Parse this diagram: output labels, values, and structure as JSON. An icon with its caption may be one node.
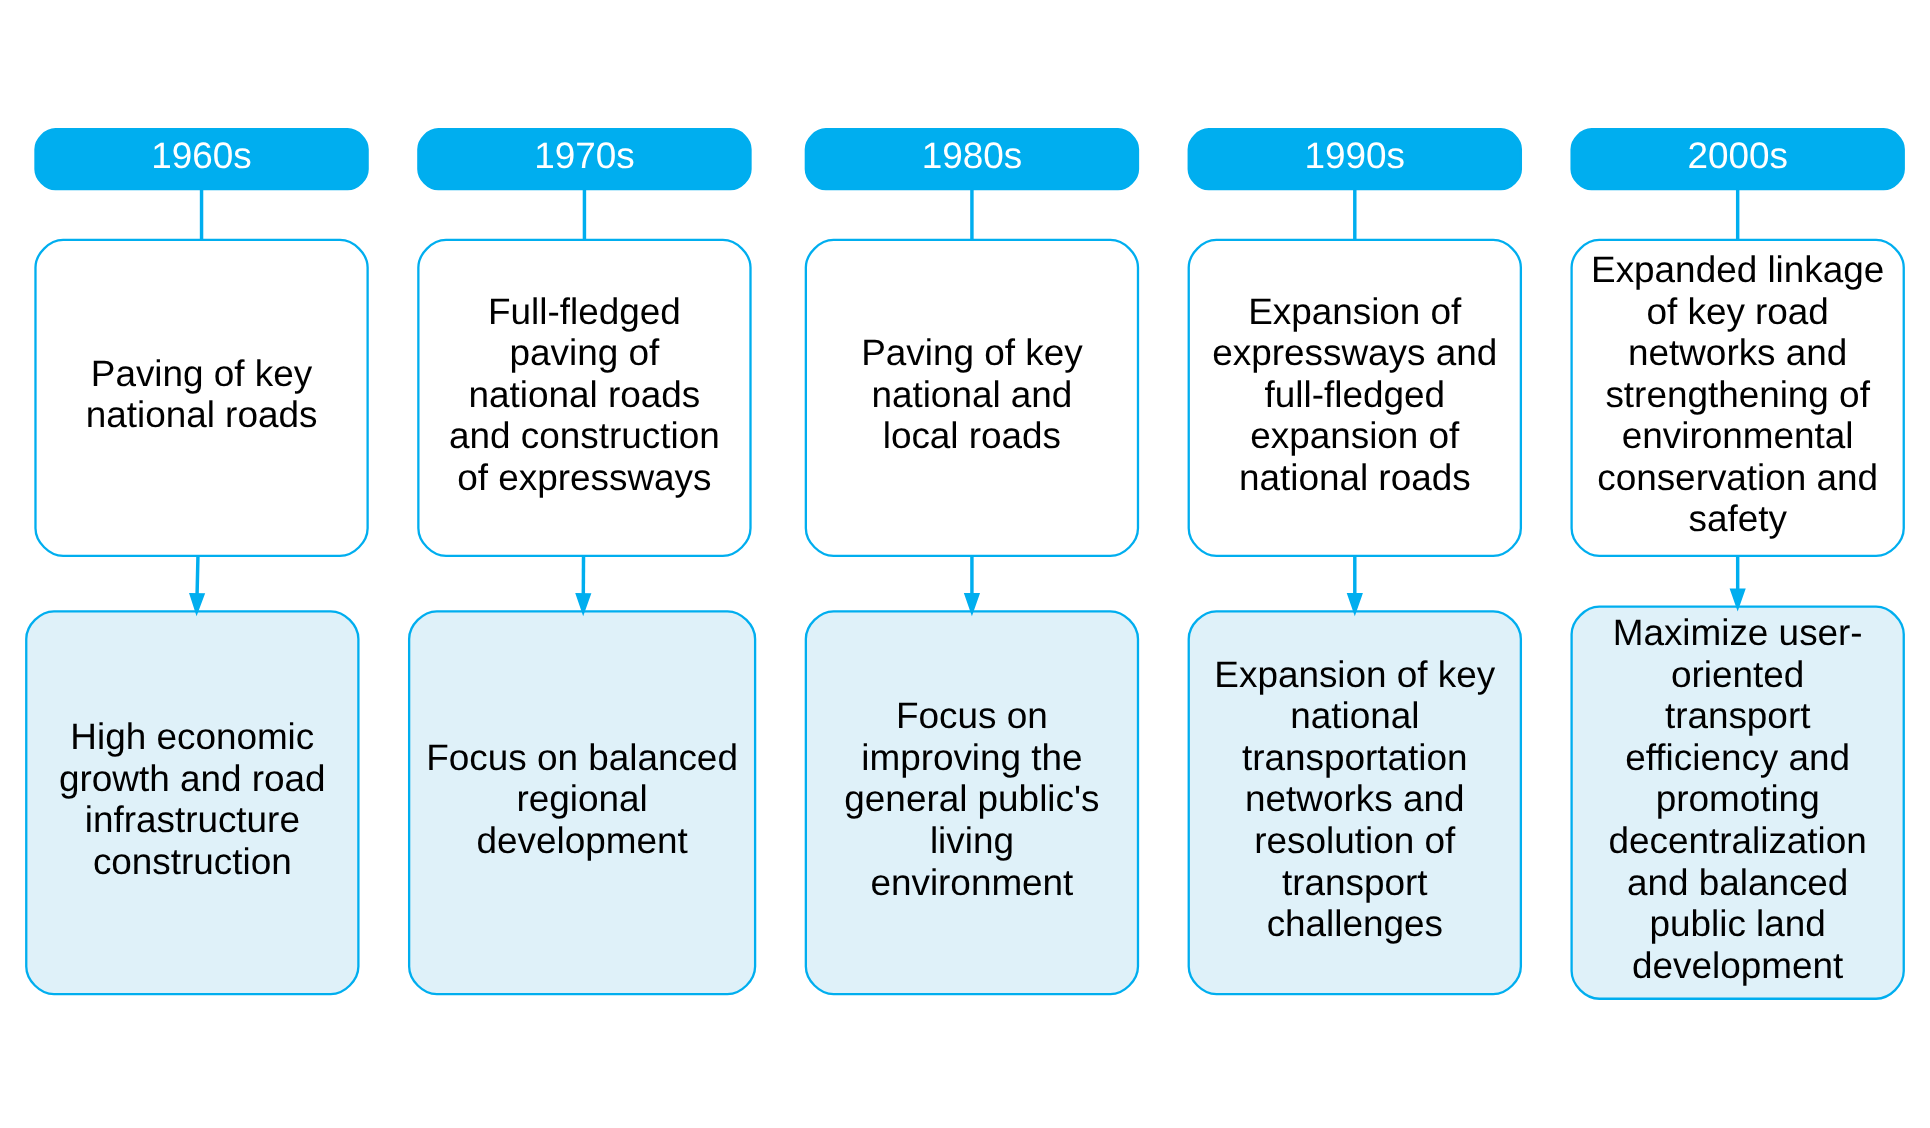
{
  "diagram": {
    "nodes": [
      {
        "text": [
          "1960s"
        ]
      },
      {
        "text": [
          "1970s"
        ]
      },
      {
        "text": [
          "1980s"
        ]
      },
      {
        "text": [
          "1990s"
        ]
      },
      {
        "text": [
          "2000s"
        ]
      },
      {
        "text": [
          "Paving of key national roads"
        ]
      },
      {
        "text": [
          "Full-fledged paving of national roads and construction of expressways"
        ]
      },
      {
        "text": [
          "Paving of key national and local roads"
        ]
      },
      {
        "text": [
          "Expansion of expressways and full-fledged expansion of national roads"
        ]
      },
      {
        "text": [
          "Expanded linkage of key road networks and strengthening of environmental conservation and safety"
        ]
      },
      {
        "text": [
          "High economic growth and road infrastructure construction"
        ]
      },
      {
        "text": [
          "Focus on balanced regional development"
        ]
      },
      {
        "text": [
          "Focus on improving the general public's living environment"
        ]
      },
      {
        "text": [
          "Expansion of key national transportation networks and resolution of transport challenges"
        ]
      },
      {
        "text": [
          "Maximize user-oriented transport efficiency and promoting decentralization and balanced public land development"
        ]
      }
    ],
    "edges": [
      {
        "from": 0,
        "to": 5,
        "arrow": "none"
      },
      {
        "from": 1,
        "to": 6,
        "arrow": "none"
      },
      {
        "from": 2,
        "to": 7,
        "arrow": "none"
      },
      {
        "from": 3,
        "to": 8,
        "arrow": "none"
      },
      {
        "from": 4,
        "to": 9,
        "arrow": "none"
      },
      {
        "from": 5,
        "to": 10,
        "arrow": "to"
      },
      {
        "from": 6,
        "to": 11,
        "arrow": "to"
      },
      {
        "from": 7,
        "to": 12,
        "arrow": "to"
      },
      {
        "from": 8,
        "to": 13,
        "arrow": "to"
      },
      {
        "from": 9,
        "to": 14,
        "arrow": "to"
      }
    ]
  }
}
